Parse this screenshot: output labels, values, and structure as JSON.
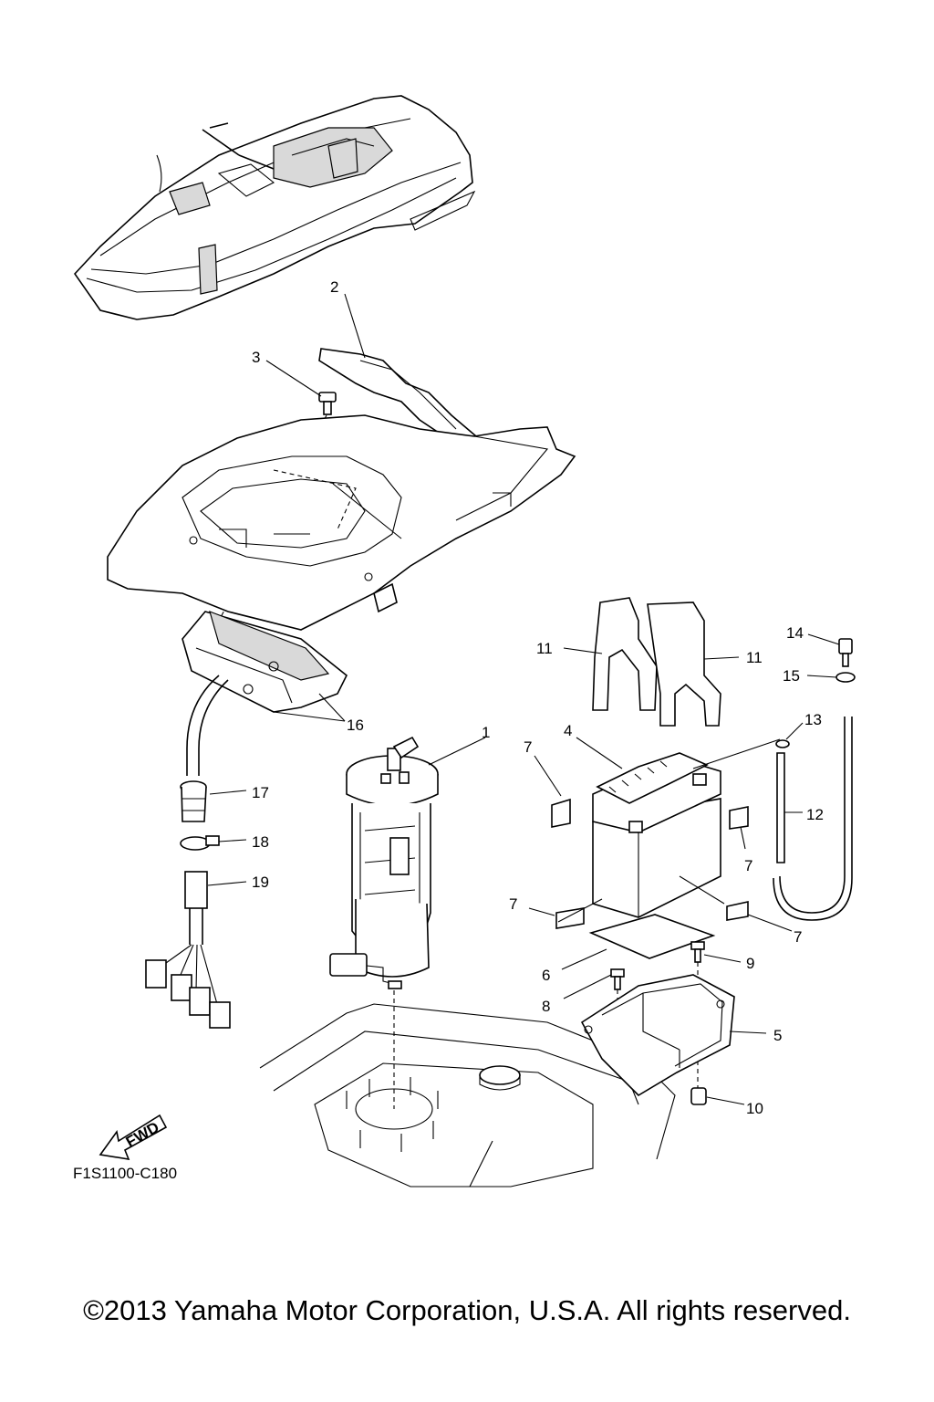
{
  "callouts": [
    {
      "id": "c1",
      "text": "1"
    },
    {
      "id": "c2",
      "text": "2"
    },
    {
      "id": "c3",
      "text": "3"
    },
    {
      "id": "c4",
      "text": "4"
    },
    {
      "id": "c5",
      "text": "5"
    },
    {
      "id": "c6",
      "text": "6"
    },
    {
      "id": "c7a",
      "text": "7"
    },
    {
      "id": "c7b",
      "text": "7"
    },
    {
      "id": "c7c",
      "text": "7"
    },
    {
      "id": "c7d",
      "text": "7"
    },
    {
      "id": "c8",
      "text": "8"
    },
    {
      "id": "c9",
      "text": "9"
    },
    {
      "id": "c10",
      "text": "10"
    },
    {
      "id": "c11a",
      "text": "11"
    },
    {
      "id": "c11b",
      "text": "11"
    },
    {
      "id": "c12",
      "text": "12"
    },
    {
      "id": "c13",
      "text": "13"
    },
    {
      "id": "c14",
      "text": "14"
    },
    {
      "id": "c15",
      "text": "15"
    },
    {
      "id": "c16",
      "text": "16"
    },
    {
      "id": "c17",
      "text": "17"
    },
    {
      "id": "c18",
      "text": "18"
    },
    {
      "id": "c19",
      "text": "19"
    }
  ],
  "fwd_label": "FWD",
  "diagram_code": "F1S1100-C180",
  "copyright": "©2013 Yamaha Motor Corporation, U.S.A. All rights reserved."
}
